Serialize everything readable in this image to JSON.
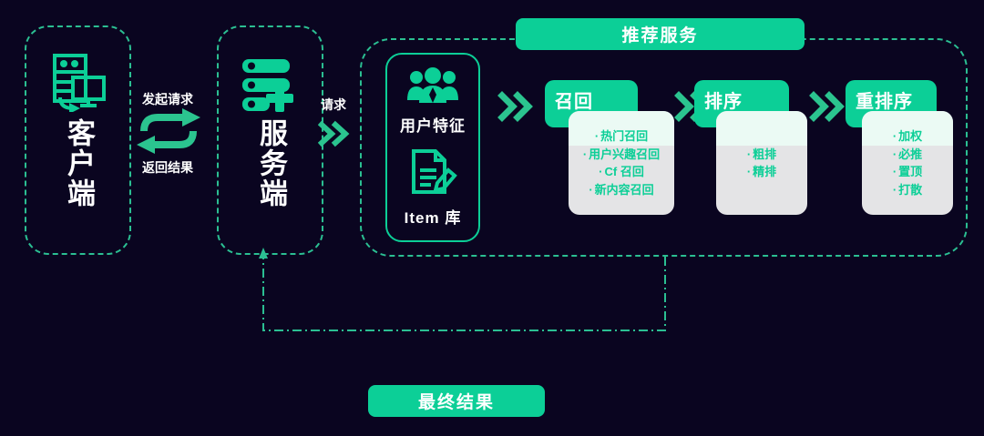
{
  "theme": {
    "background": "#0a0520",
    "accent": "#0ccf97",
    "dashed_border": "#2bbf92",
    "panel": "#e4e4e6",
    "text_light": "#ffffff"
  },
  "client": {
    "label": "客户端",
    "icon": "desktop-computer-icon"
  },
  "server": {
    "label": "服务端",
    "icon": "server-stack-icon"
  },
  "exchange": {
    "request_label": "发起请求",
    "response_label": "返回结果",
    "icon": "bidirectional-loop-arrow-icon"
  },
  "server_to_service": {
    "label": "请求",
    "icon": "double-chevron-right-icon"
  },
  "recommend": {
    "title": "推荐服务",
    "features": [
      {
        "caption": "用户特征",
        "icon": "user-group-icon"
      },
      {
        "caption": "Item 库",
        "icon": "document-edit-icon"
      }
    ],
    "stages": [
      {
        "head": "召回",
        "items": [
          "热门召回",
          "用户兴趣召回",
          "Cf 召回",
          "新内容召回"
        ]
      },
      {
        "head": "排序",
        "items": [
          "粗排",
          "精排"
        ]
      },
      {
        "head": "重排序",
        "items": [
          "加权",
          "必推",
          "置顶",
          "打散"
        ]
      }
    ],
    "stage_arrow_icon": "double-chevron-right-icon"
  },
  "final_result": {
    "label": "最终结果"
  },
  "feedback": {
    "icon": "feedback-return-arrow-icon"
  }
}
